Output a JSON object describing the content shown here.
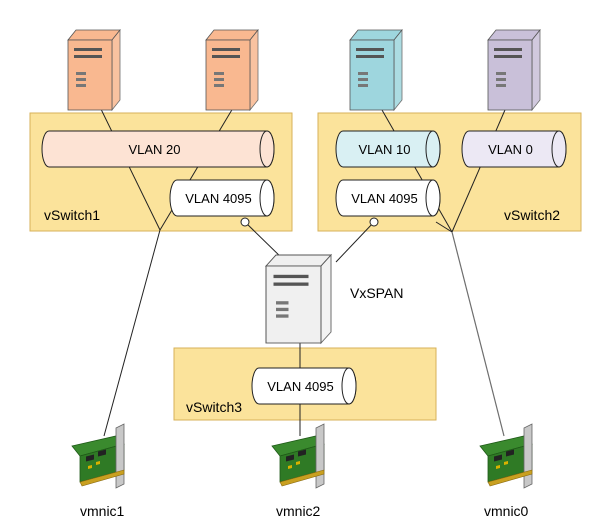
{
  "colors": {
    "switch_fill": "#fbe39b",
    "switch_stroke": "#d7b25a",
    "vlan_peach": "#fde3d4",
    "vlan_cyan": "#d9f0f3",
    "vlan_lavender": "#ece8f4",
    "vlan_white": "#ffffff",
    "server_peach": "#f9b890",
    "server_cyan": "#9ed6de",
    "server_lavender": "#c9c0d9",
    "server_white": "#f0f0f0",
    "line": "#222222"
  },
  "switches": {
    "vswitch1": "vSwitch1",
    "vswitch2": "vSwitch2",
    "vswitch3": "vSwitch3"
  },
  "vlans": {
    "vlan20": "VLAN 20",
    "vlan4095_sw1": "VLAN 4095",
    "vlan10": "VLAN 10",
    "vlan0": "VLAN 0",
    "vlan4095_sw2": "VLAN 4095",
    "vlan4095_sw3": "VLAN 4095"
  },
  "server_label": "VxSPAN",
  "nics": {
    "vmnic1": "vmnic1",
    "vmnic2": "vmnic2",
    "vmnic0": "vmnic0"
  },
  "icons": {
    "server": "server-tower-icon",
    "nic": "network-card-icon"
  }
}
